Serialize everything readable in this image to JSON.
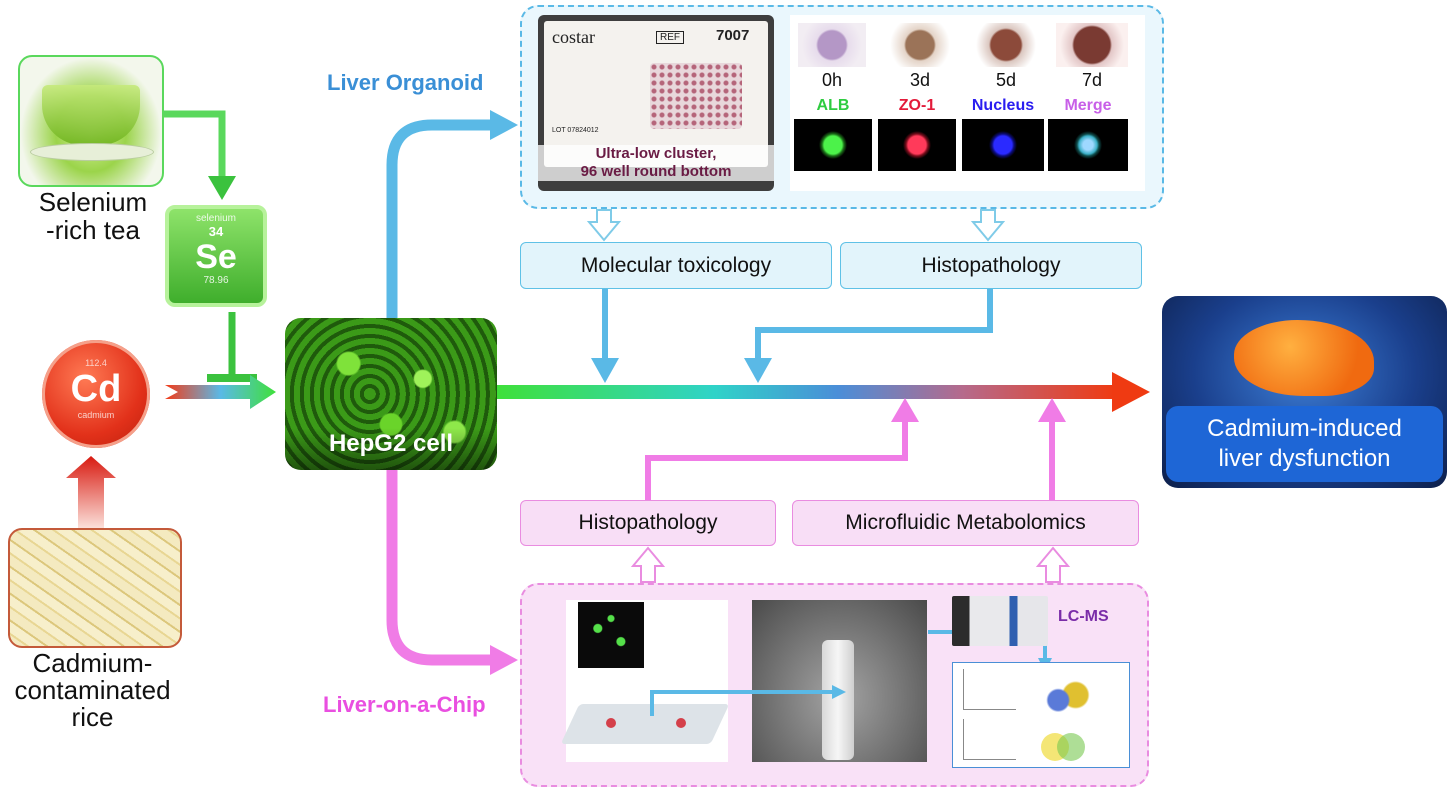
{
  "inputs": {
    "tea_label_line1": "Selenium",
    "tea_label_line2": "-rich tea",
    "rice_label_line1": "Cadmium-",
    "rice_label_line2": "contaminated",
    "rice_label_line3": "rice"
  },
  "selenium_tile": {
    "top": "selenium",
    "number": "34",
    "symbol": "Se",
    "mass": "78.96"
  },
  "cadmium_coin": {
    "symbol": "Cd",
    "bottom": "cadmium",
    "top": "112.4"
  },
  "center": {
    "cell_label": "HepG2 cell"
  },
  "organoid": {
    "title": "Liver Organoid",
    "plate": {
      "brand": "costar",
      "ref": "REF",
      "code": "7007",
      "caption_line1": "Ultra-low cluster,",
      "caption_line2": "96 well round bottom",
      "lot": "LOT 07824012"
    },
    "timepoints": [
      "0h",
      "3d",
      "5d",
      "7d"
    ],
    "stains": [
      {
        "name": "ALB",
        "color": "#2ecc40"
      },
      {
        "name": "ZO-1",
        "color": "#e31b3a"
      },
      {
        "name": "Nucleus",
        "color": "#2a1df0"
      },
      {
        "name": "Merge",
        "color": "#c860e8"
      }
    ],
    "boxes": [
      "Molecular toxicology",
      "Histopathology"
    ]
  },
  "chip": {
    "title": "Liver-on-a-Chip",
    "boxes": [
      "Histopathology",
      "Microfluidic Metabolomics"
    ],
    "lcms_label": "LC-MS"
  },
  "outcome": {
    "line1": "Cadmium-induced",
    "line2": "liver dysfunction"
  },
  "colors": {
    "blue": "#5ab9e6",
    "pink": "#f07ce6",
    "green": "#3fd14a",
    "red": "#ee3a1c",
    "title_blue": "#3a8fd6",
    "title_pink": "#e94fe0"
  }
}
